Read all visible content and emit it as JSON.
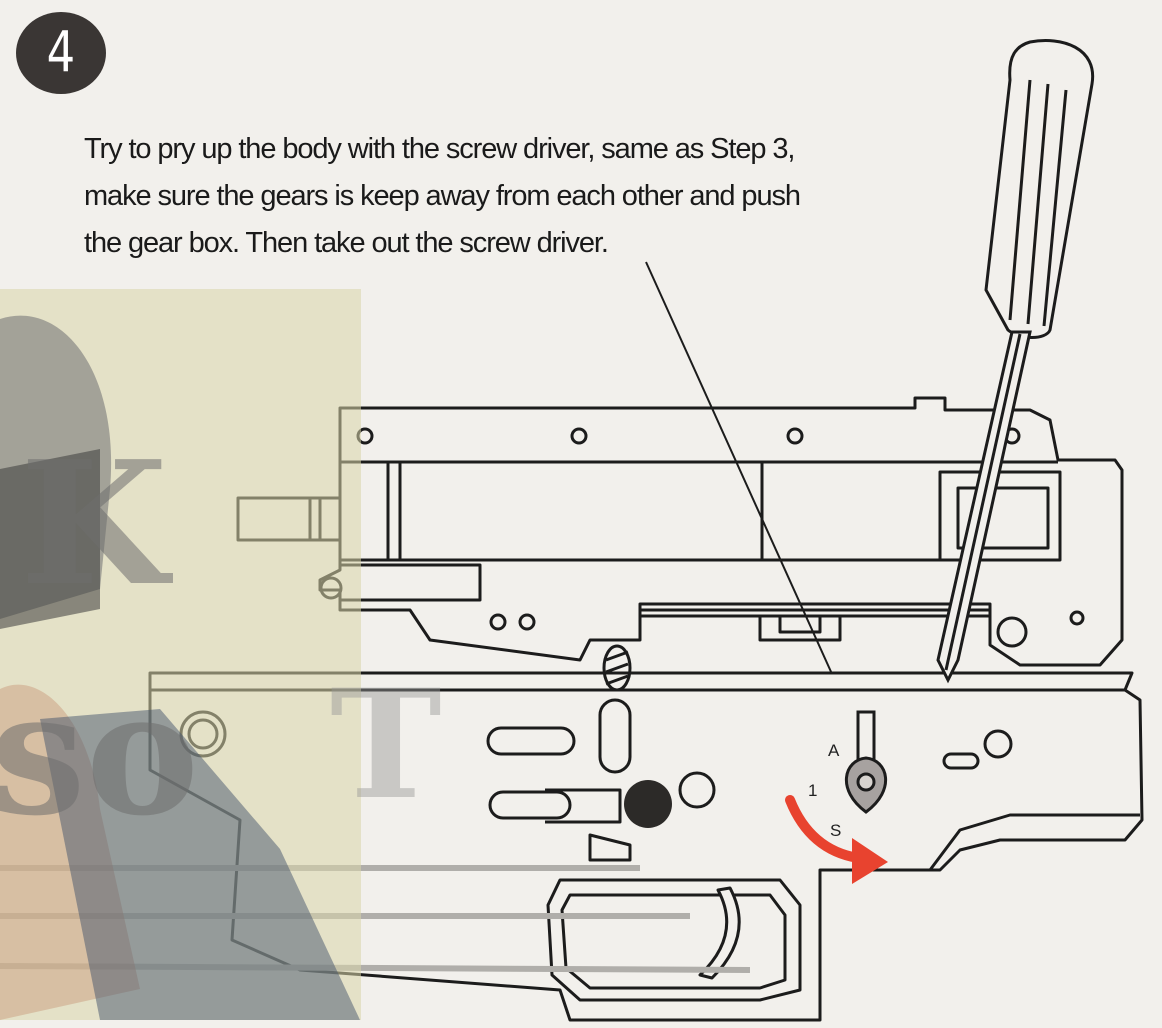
{
  "step": {
    "number": "4"
  },
  "instruction": {
    "lines": [
      "Try to pry up the body with the screw driver,  same as Step 3,",
      "make sure the gears is keep away from each other and push",
      "the gear box. Then take out the screw driver."
    ]
  },
  "selector": {
    "label_a": "A",
    "label_1": "1",
    "label_s": "S"
  },
  "colors": {
    "arrow": "#e8432f",
    "ink": "#1c1c1c",
    "paper": "#f2f0ec"
  },
  "icons": [
    "screwdriver-icon",
    "rotation-arrow-icon"
  ]
}
